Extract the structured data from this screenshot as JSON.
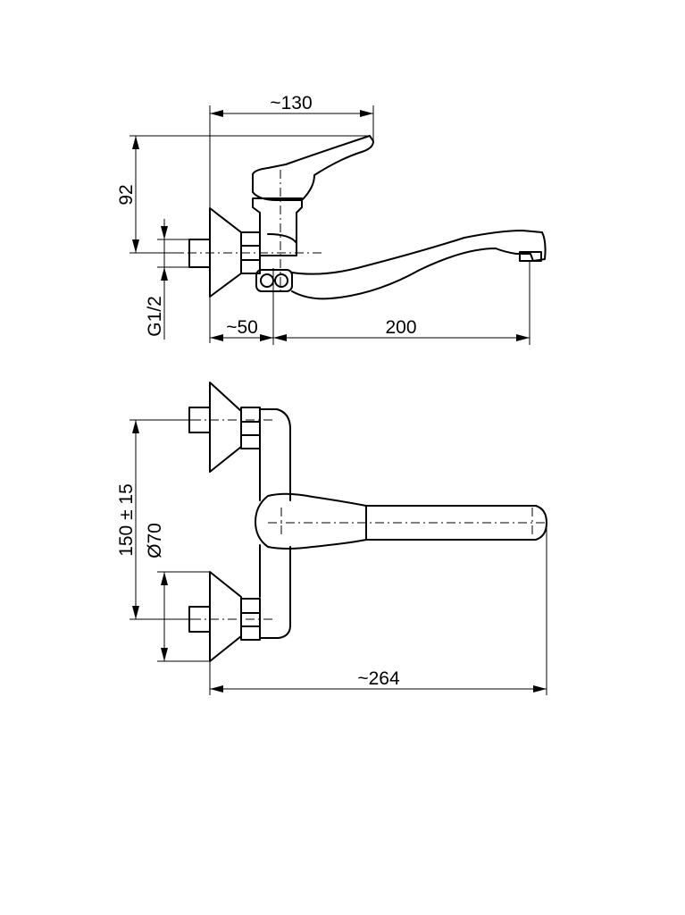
{
  "dimensions": {
    "top_width": "~130",
    "top_height": "92",
    "thread": "G1/2",
    "offset": "~50",
    "spout_reach": "200",
    "centers": "150 ± 15",
    "flange_dia": "Ø70",
    "total_length": "~264"
  }
}
